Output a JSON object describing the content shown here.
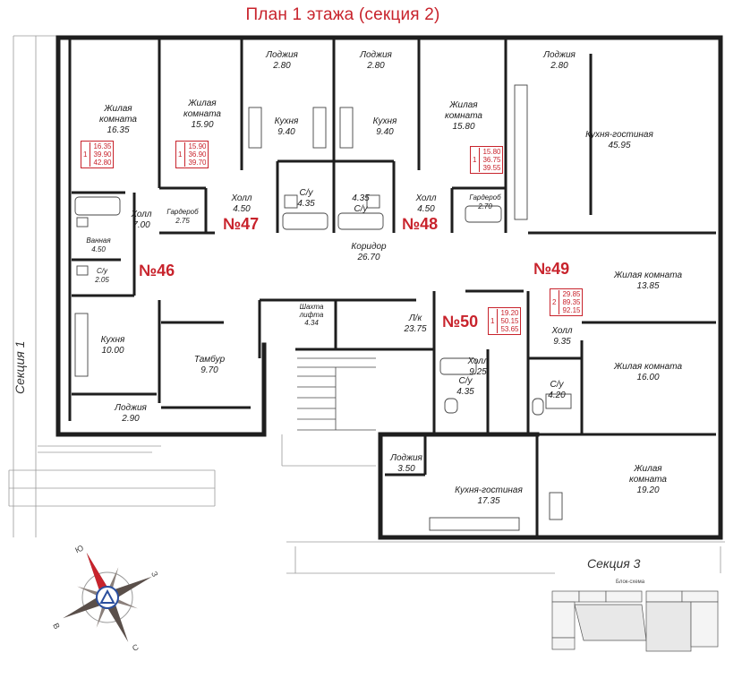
{
  "title": "План 1 этажа (секция 2)",
  "sections": {
    "left": "Секция 1",
    "bottom": "Секция 3"
  },
  "apartments": [
    {
      "label": "№46"
    },
    {
      "label": "№47",
      "box": {
        "rooms": "1",
        "values": [
          "15.90",
          "36.90",
          "39.70"
        ]
      }
    },
    {
      "label": "№48",
      "box": {
        "rooms": "1",
        "values": [
          "15.80",
          "36.75",
          "39.55"
        ]
      }
    },
    {
      "label": "№49",
      "box": {
        "rooms": "2",
        "values": [
          "29.85",
          "89.35",
          "92.15"
        ]
      }
    },
    {
      "label": "№50",
      "box": {
        "rooms": "1",
        "values": [
          "19.20",
          "50.15",
          "53.65"
        ]
      }
    }
  ],
  "apt46_box": {
    "rooms": "1",
    "values": [
      "16.35",
      "39.90",
      "42.80"
    ]
  },
  "rooms": [
    {
      "name": "Лоджия",
      "area": "2.80"
    },
    {
      "name": "Лоджия",
      "area": "2.80"
    },
    {
      "name": "Лоджия",
      "area": "2.80"
    },
    {
      "name": "Жилая комната",
      "area": "16.35"
    },
    {
      "name": "Жилая комната",
      "area": "15.90"
    },
    {
      "name": "Кухня",
      "area": "9.40"
    },
    {
      "name": "Кухня",
      "area": "9.40"
    },
    {
      "name": "Жилая комната",
      "area": "15.80"
    },
    {
      "name": "Кухня-гостиная",
      "area": "45.95"
    },
    {
      "name": "Холл",
      "area": "4.50"
    },
    {
      "name": "С/у",
      "area": "4.35"
    },
    {
      "name": "С/у",
      "area": "4.35"
    },
    {
      "name": "Холл",
      "area": "4.50"
    },
    {
      "name": "Гардероб",
      "area": "2.75"
    },
    {
      "name": "Гардероб",
      "area": "2.70"
    },
    {
      "name": "Холл",
      "area": "7.00"
    },
    {
      "name": "Ванная",
      "area": "4.50"
    },
    {
      "name": "С/у",
      "area": "2.05"
    },
    {
      "name": "Коридор",
      "area": "26.70"
    },
    {
      "name": "Жилая комната",
      "area": "13.85"
    },
    {
      "name": "Шахта лифта",
      "area": "4.34"
    },
    {
      "name": "Л/к",
      "area": "23.75"
    },
    {
      "name": "Холл",
      "area": "9.35"
    },
    {
      "name": "Кухня",
      "area": "10.00"
    },
    {
      "name": "Тамбур",
      "area": "9.70"
    },
    {
      "name": "С/у",
      "area": "4.35"
    },
    {
      "name": "Холл",
      "area": "9.25"
    },
    {
      "name": "С/у",
      "area": "4.20"
    },
    {
      "name": "Жилая комната",
      "area": "16.00"
    },
    {
      "name": "Лоджия",
      "area": "2.90"
    },
    {
      "name": "Лоджия",
      "area": "3.50"
    },
    {
      "name": "Кухня-гостиная",
      "area": "17.35"
    },
    {
      "name": "Жилая комната",
      "area": "19.20"
    }
  ],
  "compass": {
    "letters": [
      "Ю",
      "З",
      "В",
      "С"
    ]
  },
  "block_scheme": {
    "title": "Блок-схема"
  },
  "colors": {
    "accent": "#c8232c",
    "wall": "#222222",
    "compass_blue": "#2b4f9e"
  }
}
